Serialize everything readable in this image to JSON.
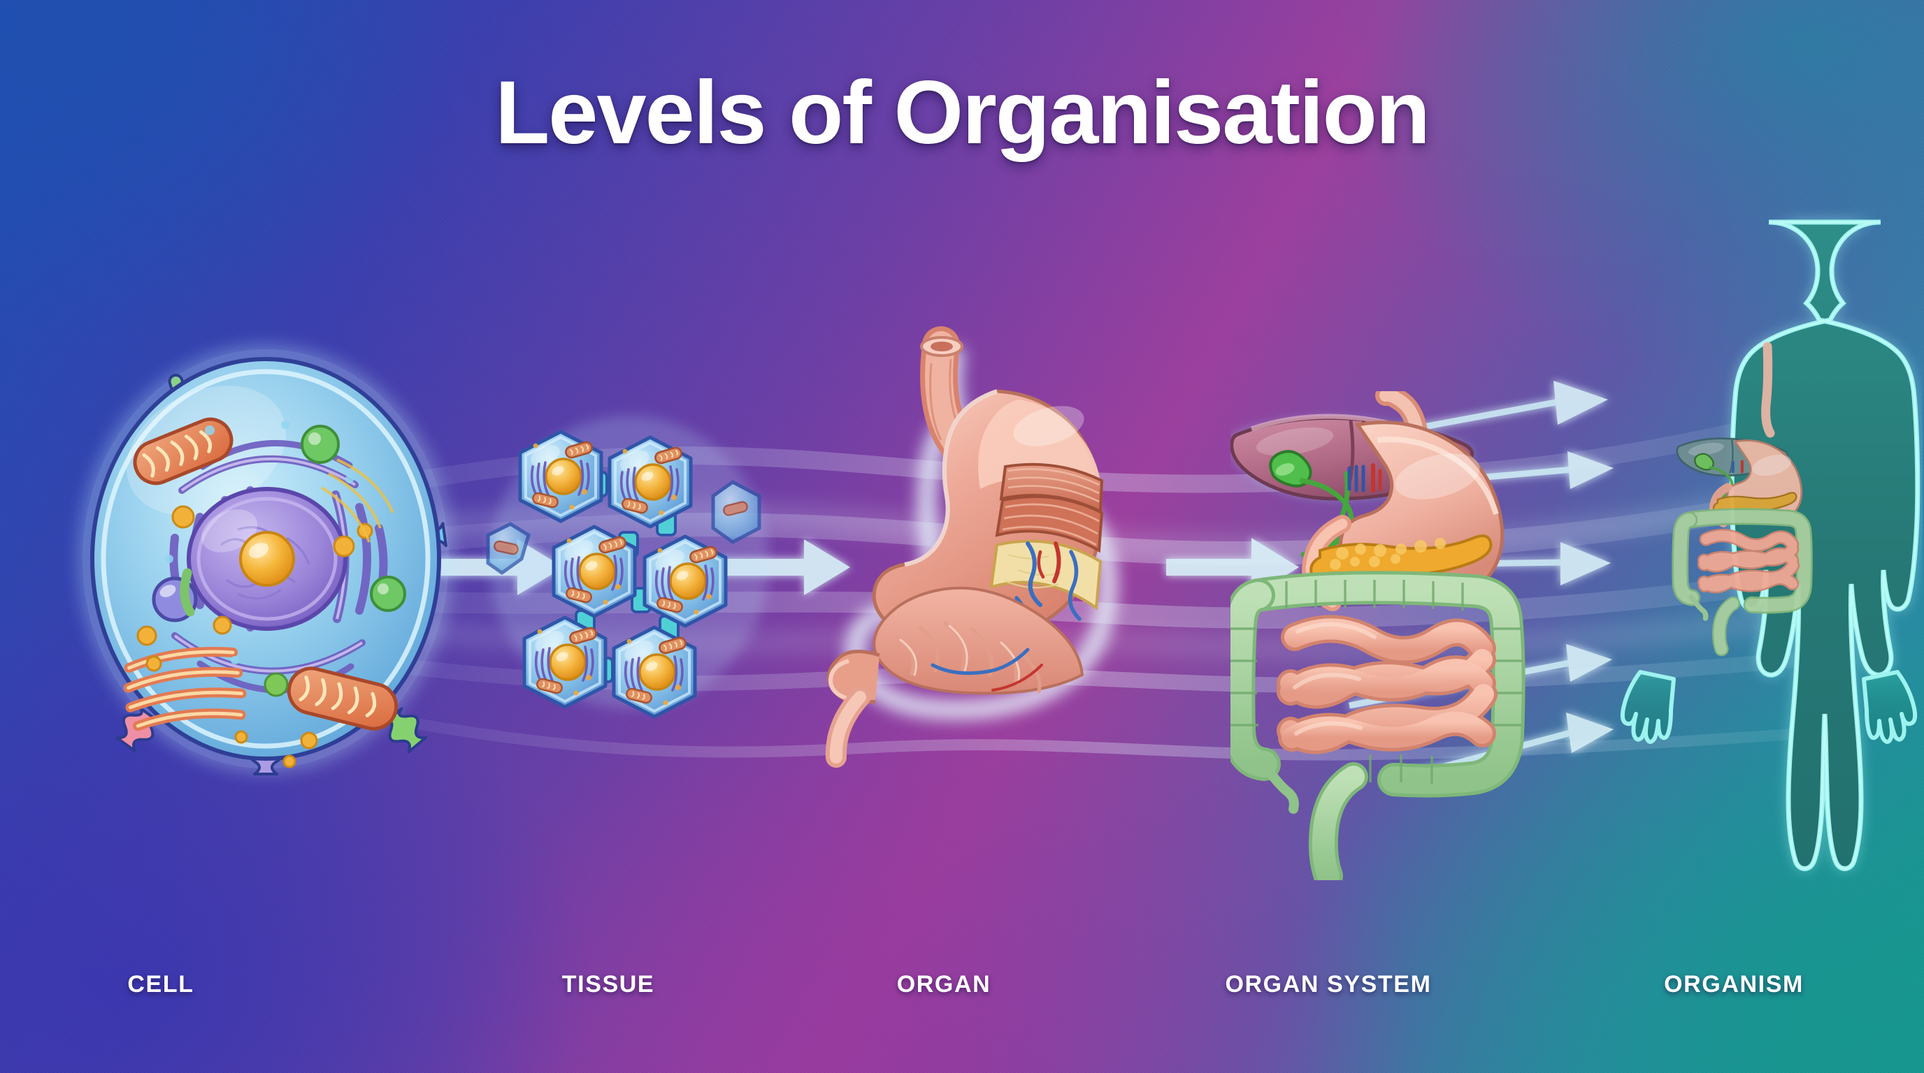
{
  "page": {
    "title": "Levels of Organisation",
    "background": {
      "top_left": "#1f4fb0",
      "top_right": "#2a7ea4",
      "bottom_left": "#3a36ab",
      "bottom_right": "#1d9490",
      "center": "#7a529f"
    },
    "flow_arrow_color": "#cfeef6"
  },
  "stages": [
    {
      "id": "cell",
      "label": "CELL",
      "illustration": "animal-cell-diagram",
      "parts": [
        "cell membrane",
        "nucleus",
        "nucleolus",
        "endoplasmic reticulum",
        "mitochondria",
        "golgi apparatus",
        "ribosomes",
        "lysosome",
        "vesicles",
        "membrane proteins"
      ],
      "colors": {
        "cytoplasm": "#8ec9e8",
        "nucleus": "#9a84d8",
        "nucleolus": "#f3ab2a",
        "mitochondria": "#e8885c",
        "er": "#6f5fc0",
        "golgi": "#e98a63"
      }
    },
    {
      "id": "tissue",
      "label": "TISSUE",
      "illustration": "hexagonal-cell-cluster",
      "cell_count": 6,
      "parts": [
        "nucleus",
        "mitochondria",
        "endoplasmic reticulum",
        "cell junctions"
      ],
      "colors": {
        "cell_body": "#7fb8e6",
        "nucleus": "#f5b63a",
        "junction": "#57d2d6",
        "mitochondria": "#d98a63"
      }
    },
    {
      "id": "organ",
      "label": "ORGAN",
      "illustration": "stomach-cross-section",
      "parts": [
        "oesophagus",
        "fundus",
        "muscle layers",
        "submucosa",
        "rugae",
        "blood vessels",
        "pylorus"
      ],
      "colors": {
        "outer": "#e8a292",
        "muscle": "#d9826e",
        "mucosa": "#f0b6a6",
        "submucosa": "#f0dcae",
        "artery": "#c4352f",
        "vein": "#3a6fc0"
      }
    },
    {
      "id": "organ-system",
      "label": "ORGAN SYSTEM",
      "illustration": "digestive-system",
      "parts": [
        "liver",
        "gallbladder",
        "stomach",
        "pancreas",
        "small intestine",
        "large intestine",
        "rectum",
        "appendix"
      ],
      "colors": {
        "liver": "#b56a86",
        "gallbladder": "#4fbe4a",
        "stomach": "#f0b0a0",
        "pancreas": "#efa92e",
        "small_intestine": "#f0a995",
        "large_intestine": "#9fcf9c"
      }
    },
    {
      "id": "organism",
      "label": "ORGANISM",
      "illustration": "human-body-silhouette",
      "parts": [
        "head",
        "torso",
        "arms",
        "legs",
        "digestive system inside"
      ],
      "colors": {
        "body_fill": "#1f8a86",
        "outline_glow": "#9df3ef"
      }
    }
  ],
  "connectors": {
    "count": 4,
    "type": "ribbon-with-arrow",
    "fan_out_arrows": 5,
    "color": "#d6f3f8"
  }
}
